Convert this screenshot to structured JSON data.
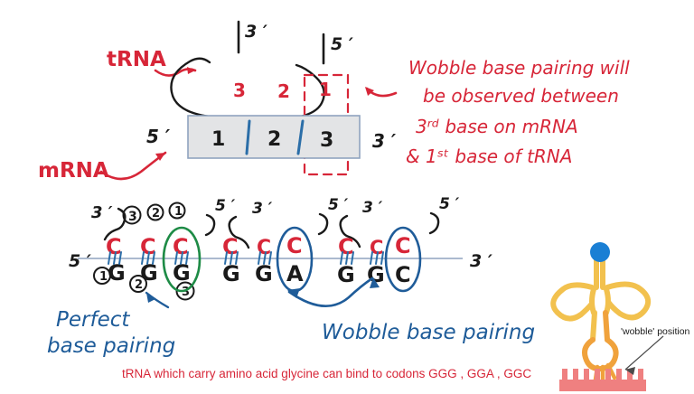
{
  "meta": {
    "title": "Wobble base pairing between mRNA and tRNA",
    "colors": {
      "red": "#d72638",
      "blue": "#1f5c99",
      "black": "#1a1a1a",
      "teal_bond": "#2b6ea8",
      "green_circle": "#1e8b46",
      "mrna_box_fill": "#e3e4e6",
      "mrna_box_border": "#8fa3bf",
      "trna_yellow": "#f2c14e",
      "trna_orange": "#f0a23c",
      "trna_blue_ball": "#1a7fd4",
      "ribosome_pink": "#ef8080"
    }
  },
  "labels": {
    "trna": "tRNA",
    "mrna": "mRNA",
    "trna_three_prime": "3 ′",
    "trna_five_prime": "5 ′",
    "mrna_five_prime": "5 ′",
    "mrna_three_prime": "3 ′",
    "row_five_prime": "5 ′",
    "row_three_prime": "3 ′"
  },
  "trna_loop": {
    "positions": [
      "3",
      "2",
      "1"
    ],
    "highlighted_position": "1"
  },
  "mrna_box": {
    "cells": [
      "1",
      "2",
      "3"
    ],
    "highlighted_cell": "3"
  },
  "note": {
    "lines": [
      "Wobble base pairing will",
      "be observed between",
      "3ʳᵈ base on mRNA",
      "& 1ˢᵗ base of tRNA"
    ]
  },
  "pairing_row": {
    "top_markers": [
      "3",
      "2",
      "1"
    ],
    "bottom_markers": [
      "1",
      "2",
      "3"
    ],
    "strand_end_labels": {
      "left_top_three_prime": "3 ′",
      "left_bottom_five_prime": "5 ′",
      "right_three_prime": "3 ′"
    },
    "triplets": [
      {
        "name": "triplet-ggg",
        "trna_anticodon": [
          "C",
          "C",
          "C"
        ],
        "mrna_codon": [
          "G",
          "G",
          "G"
        ],
        "three_prime_label": "3 ′",
        "five_prime_label": "5 ′",
        "circle": {
          "color": "green",
          "pair_index": 2,
          "kind": "perfect"
        }
      },
      {
        "name": "triplet-gga",
        "trna_anticodon": [
          "C",
          "C",
          "C"
        ],
        "mrna_codon": [
          "G",
          "G",
          "A"
        ],
        "three_prime_label": "3 ′",
        "five_prime_label": "5 ′",
        "circle": {
          "color": "blue",
          "pair_index": 2,
          "kind": "wobble"
        }
      },
      {
        "name": "triplet-ggc",
        "trna_anticodon": [
          "C",
          "C",
          "C"
        ],
        "mrna_codon": [
          "G",
          "G",
          "C"
        ],
        "three_prime_label": "3 ′",
        "five_prime_label": "5 ′",
        "circle": {
          "color": "blue",
          "pair_index": 2,
          "kind": "wobble"
        }
      }
    ]
  },
  "annotations": {
    "perfect_base_pairing": [
      "Perfect",
      "base pairing"
    ],
    "wobble_base_pairing": "Wobble base pairing"
  },
  "caption": {
    "text": "tRNA which carry amino acid glycine can bind to codons GGG , GGA , GGC"
  },
  "trna_figure": {
    "wobble_label": "'wobble' position"
  }
}
